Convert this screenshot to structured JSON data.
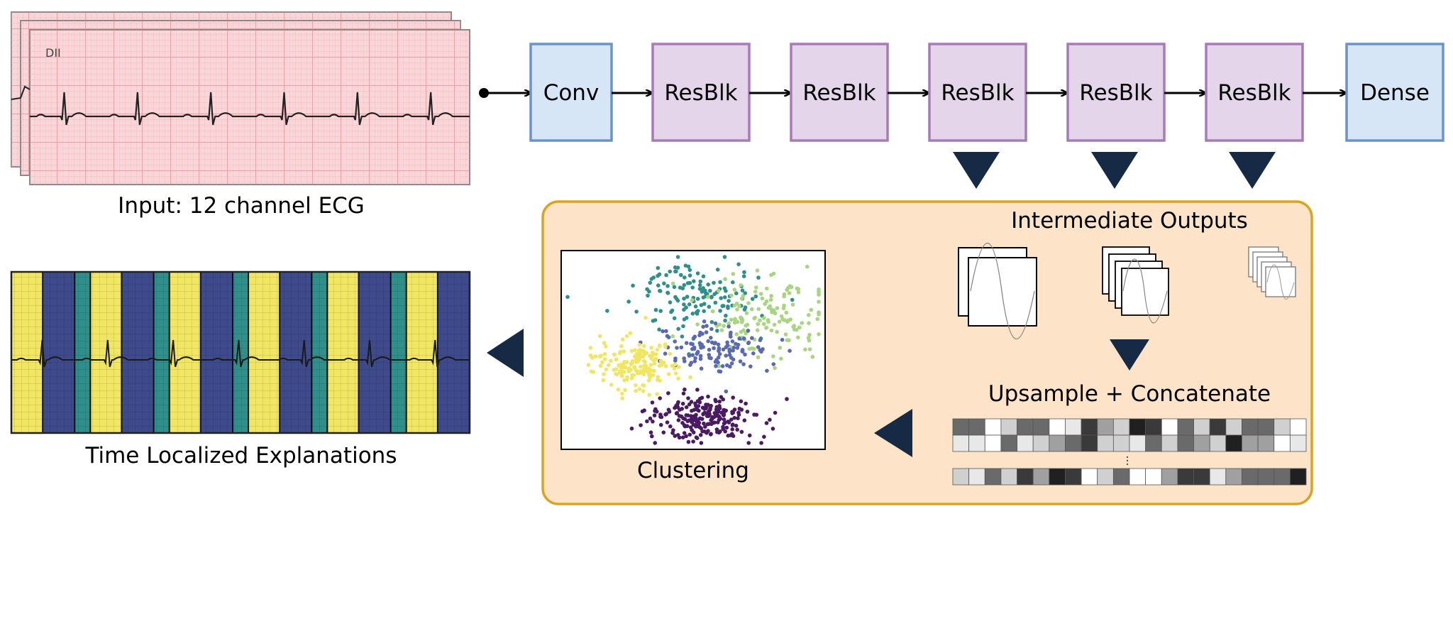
{
  "input": {
    "caption": "Input: 12 channel ECG",
    "lead_label": "DII"
  },
  "pipeline": {
    "blocks": [
      {
        "label": "Conv",
        "kind": "conv"
      },
      {
        "label": "ResBlk",
        "kind": "resblk"
      },
      {
        "label": "ResBlk",
        "kind": "resblk"
      },
      {
        "label": "ResBlk",
        "kind": "resblk"
      },
      {
        "label": "ResBlk",
        "kind": "resblk"
      },
      {
        "label": "ResBlk",
        "kind": "resblk"
      },
      {
        "label": "Dense",
        "kind": "dense"
      }
    ]
  },
  "panel": {
    "intermediate_title": "Intermediate Outputs",
    "upsample_title": "Upsample + Concatenate",
    "clustering_caption": "Clustering"
  },
  "output": {
    "caption": "Time Localized Explanations",
    "segments": [
      "yellow",
      "navy",
      "teal",
      "yellow",
      "navy",
      "teal",
      "yellow",
      "navy",
      "teal",
      "yellow",
      "navy",
      "teal",
      "yellow",
      "navy",
      "teal",
      "yellow",
      "navy"
    ]
  },
  "colors": {
    "conv_fill": "#d6e6f7",
    "conv_stroke": "#6b93c9",
    "resblk_fill": "#e4d5ea",
    "resblk_stroke": "#a77bb5",
    "panel_fill": "#fde3c8",
    "panel_stroke": "#d9a521",
    "triangle": "#172a45",
    "ecg_bg": "#f9d7d9",
    "ecg_grid": "#eaa0a6",
    "cluster_yellow": "#f1e661",
    "cluster_navy": "#3e4a8c",
    "cluster_teal": "#2f8f8a",
    "cluster_green": "#a8d67e",
    "cluster_purple": "#4a1a63",
    "cluster_blue": "#5a6ab0"
  }
}
